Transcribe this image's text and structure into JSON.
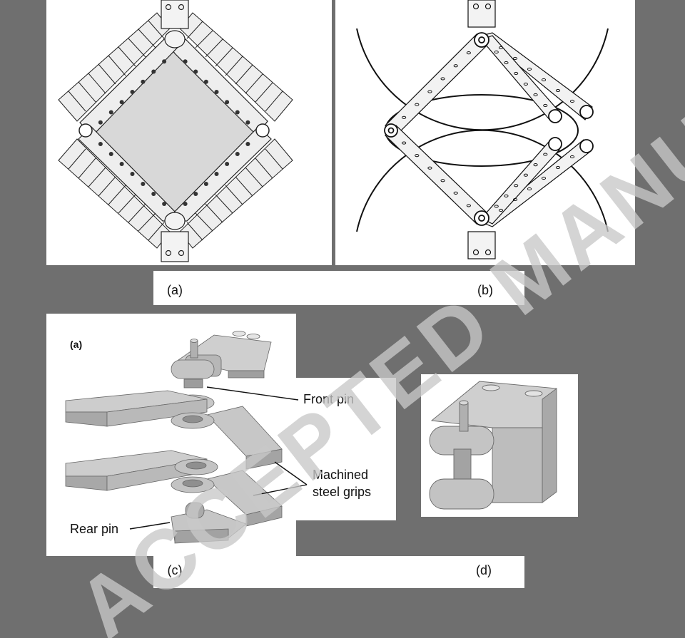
{
  "panels": {
    "a": {
      "caption": "(a)"
    },
    "b": {
      "caption": "(b)"
    },
    "c": {
      "caption": "(c)",
      "inner_label": "(a)"
    },
    "d": {
      "caption": "(d)"
    }
  },
  "annotations": {
    "front_pin": "Front pin",
    "machined_grips_line1": "Machined",
    "machined_grips_line2": "steel grips",
    "rear_pin": "Rear pin"
  },
  "watermark": "ACCEPTED MANUSCRIPT",
  "colors": {
    "background": "#6f6f6f",
    "panel": "#ffffff",
    "arm_fill": "#e6e6e6",
    "specimen_fill": "#d9d9d9",
    "render_grey": "#bdbdbd",
    "watermark": "#c8c8c8"
  }
}
